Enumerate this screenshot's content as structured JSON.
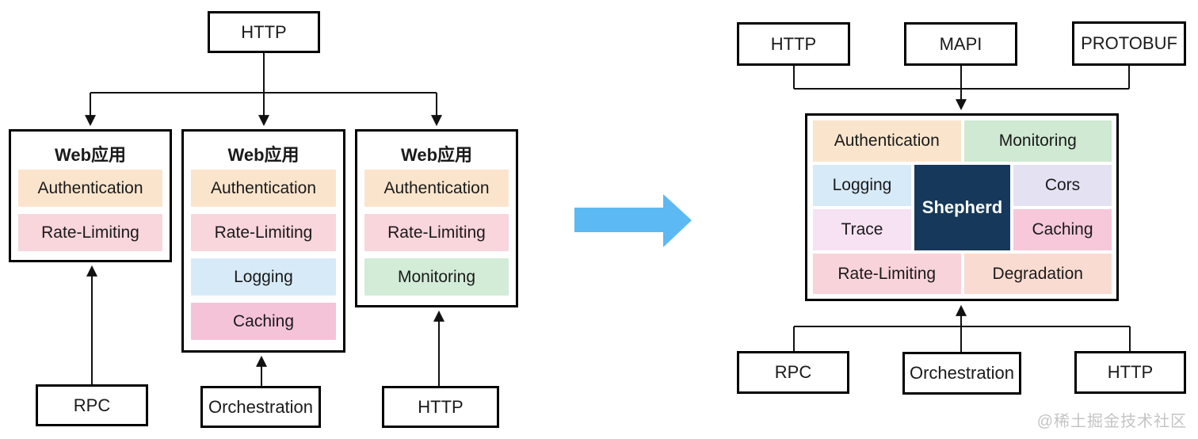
{
  "left": {
    "top_box": {
      "label": "HTTP"
    },
    "apps": [
      {
        "title": "Web应用",
        "rows": [
          {
            "label": "Authentication",
            "color": "#fae5cc"
          },
          {
            "label": "Rate-Limiting",
            "color": "#f9d5dc"
          }
        ]
      },
      {
        "title": "Web应用",
        "rows": [
          {
            "label": "Authentication",
            "color": "#fae5cc"
          },
          {
            "label": "Rate-Limiting",
            "color": "#f9d5dc"
          },
          {
            "label": "Logging",
            "color": "#d7eaf8"
          },
          {
            "label": "Caching",
            "color": "#f5c3d8"
          }
        ]
      },
      {
        "title": "Web应用",
        "rows": [
          {
            "label": "Authentication",
            "color": "#fae5cc"
          },
          {
            "label": "Rate-Limiting",
            "color": "#f9d5dc"
          },
          {
            "label": "Monitoring",
            "color": "#d2ecd7"
          }
        ]
      }
    ],
    "bottom_boxes": [
      {
        "label": "RPC"
      },
      {
        "label": "Orchestration"
      },
      {
        "label": "HTTP"
      }
    ]
  },
  "transform_arrow": {
    "color": "#5cb9f3"
  },
  "right": {
    "top_boxes": [
      {
        "label": "HTTP"
      },
      {
        "label": "MAPI"
      },
      {
        "label": "PROTOBUF"
      }
    ],
    "gateway": {
      "row_top": [
        {
          "label": "Authentication",
          "color": "#fae5cc"
        },
        {
          "label": "Monitoring",
          "color": "#cfe9d2"
        }
      ],
      "left_col": [
        {
          "label": "Logging",
          "color": "#d7eaf8"
        },
        {
          "label": "Trace",
          "color": "#f6e2f3"
        }
      ],
      "core": {
        "label": "Shepherd",
        "color": "#16395b",
        "text_color": "#ffffff"
      },
      "right_col": [
        {
          "label": "Cors",
          "color": "#e4e1f3"
        },
        {
          "label": "Caching",
          "color": "#f7c8da"
        }
      ],
      "row_bottom": [
        {
          "label": "Rate-Limiting",
          "color": "#f9d3da"
        },
        {
          "label": "Degradation",
          "color": "#fadbd2"
        }
      ]
    },
    "bottom_boxes": [
      {
        "label": "RPC"
      },
      {
        "label": "Orchestration"
      },
      {
        "label": "HTTP"
      }
    ]
  },
  "watermark": {
    "label": "@稀土掘金技术社区",
    "color": "#c4c4c4"
  },
  "colors": {
    "line": "#111111",
    "box_border": "#000000"
  }
}
